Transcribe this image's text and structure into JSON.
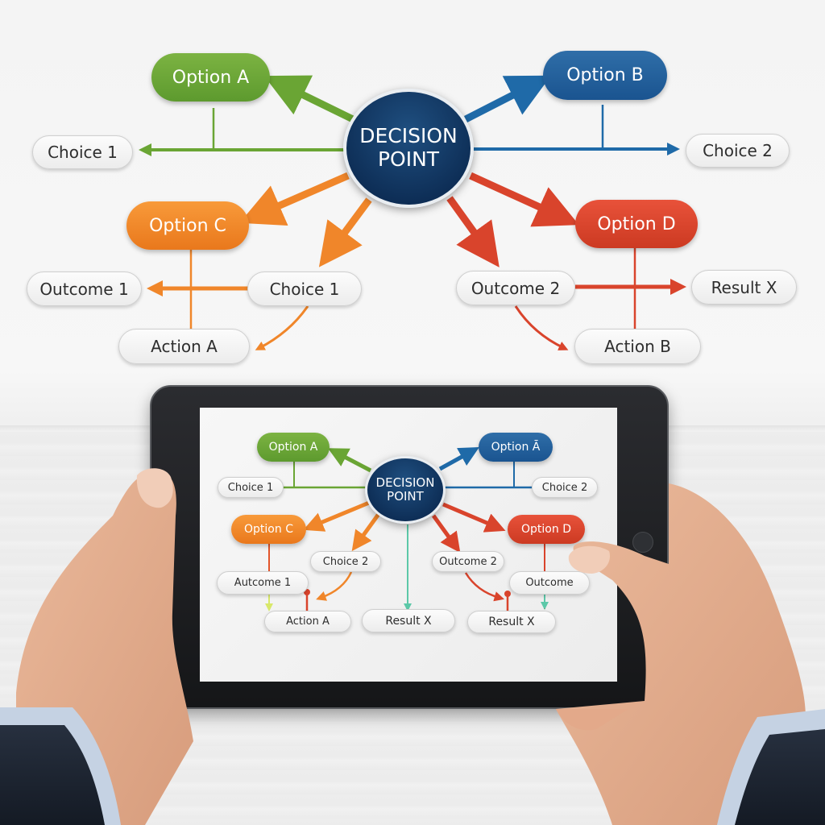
{
  "colors": {
    "green": "#6aa534",
    "blue": "#1f5f9c",
    "orange": "#f0862a",
    "red": "#d9442c",
    "hub": "#123a66",
    "teal": "#5cc8a8"
  },
  "wall_diagram": {
    "hub": {
      "line1": "DECISION",
      "line2": "POINT"
    },
    "option_a": "Option A",
    "option_b": "Option B",
    "option_c": "Option C",
    "option_d": "Option D",
    "choice_1_left": "Choice 1",
    "choice_2_right": "Choice 2",
    "choice_1_mid": "Choice 1",
    "outcome_1": "Outcome 1",
    "outcome_2": "Outcome 2",
    "action_a": "Action A",
    "action_b": "Action B",
    "result_x": "Result X"
  },
  "tablet_diagram": {
    "hub": {
      "line1": "DECISION",
      "line2": "POINT"
    },
    "option_a": "Option A",
    "option_b": "Option Ᾱ",
    "option_c": "Option C",
    "option_d": "Option D",
    "choice_1": "Choice 1",
    "choice_2_right": "Choice 2",
    "choice_2_mid": "Choice 2",
    "autcome_1": "Autcome 1",
    "outcome_2": "Outcome 2",
    "outcome_partial": "Outcome",
    "action_a": "Action A",
    "result_x_center": "Result X",
    "result_x_right": "Result X"
  }
}
